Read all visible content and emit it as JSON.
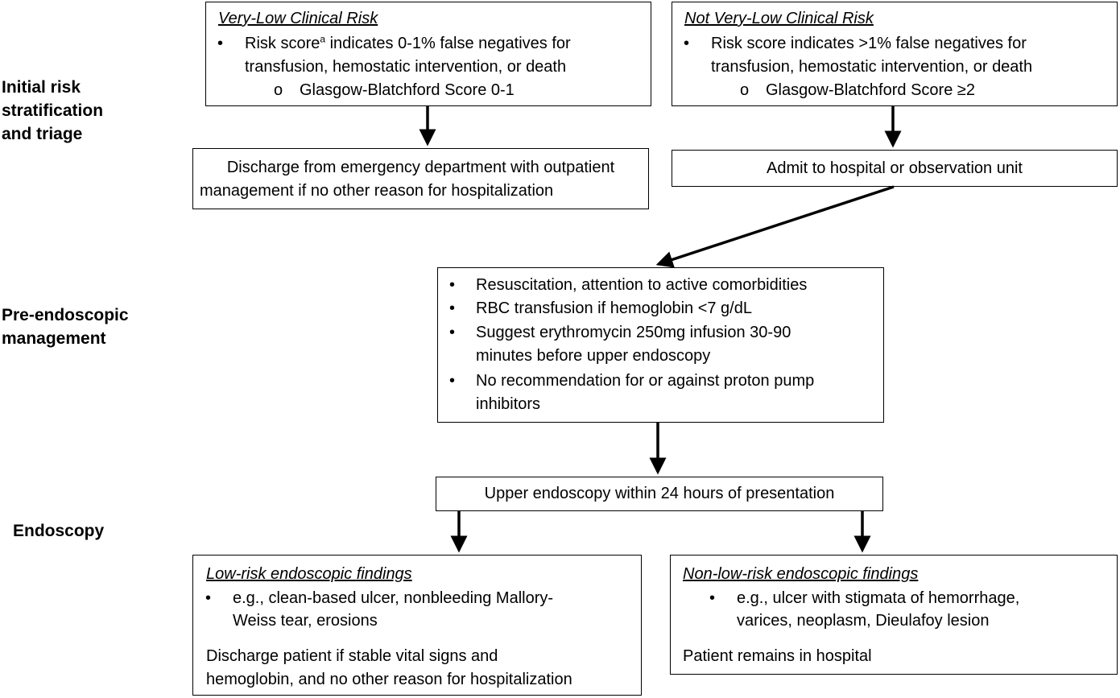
{
  "stages": {
    "initial": [
      "Initial risk",
      "stratification",
      "and triage"
    ],
    "pre_endoscopic": [
      "Pre-endoscopic",
      "management"
    ],
    "endoscopy": "Endoscopy"
  },
  "very_low": {
    "heading": "Very-Low Clinical Risk",
    "line1_pre": "Risk score",
    "line1_sup": "a",
    "line1_post": " indicates 0-1% false negatives for",
    "line2": "transfusion, hemostatic intervention, or death",
    "sub": "Glasgow-Blatchford Score 0-1"
  },
  "not_very_low": {
    "heading": "Not Very-Low Clinical Risk",
    "line1": "Risk score indicates >1% false negatives for",
    "line2": "transfusion, hemostatic intervention, or death",
    "sub": "Glasgow-Blatchford Score ≥2"
  },
  "discharge": {
    "line1": "Discharge from emergency department with outpatient",
    "line2": "management if no other reason for hospitalization"
  },
  "admit": "Admit to hospital or observation unit",
  "pre_management": {
    "items": [
      [
        "Resuscitation, attention to active comorbidities"
      ],
      [
        "RBC transfusion if hemoglobin <7 g/dL"
      ],
      [
        "Suggest erythromycin 250mg infusion 30-90",
        "minutes before upper endoscopy"
      ],
      [
        "No recommendation for or against proton pump",
        "inhibitors"
      ]
    ]
  },
  "upper_endoscopy": "Upper endoscopy within 24 hours of presentation",
  "low_risk": {
    "heading": "Low-risk endoscopic findings",
    "bullet": [
      "e.g., clean-based ulcer, nonbleeding Mallory-",
      "Weiss tear, erosions"
    ],
    "note": [
      "Discharge patient if stable vital signs and",
      "hemoglobin, and no other reason for hospitalization"
    ]
  },
  "non_low_risk": {
    "heading": "Non-low-risk endoscopic findings",
    "bullet": [
      "e.g., ulcer with stigmata of hemorrhage,",
      "varices, neoplasm, Dieulafoy lesion"
    ],
    "note": "Patient remains in hospital"
  },
  "glyphs": {
    "bullet": "•",
    "sub_bullet": "o"
  }
}
